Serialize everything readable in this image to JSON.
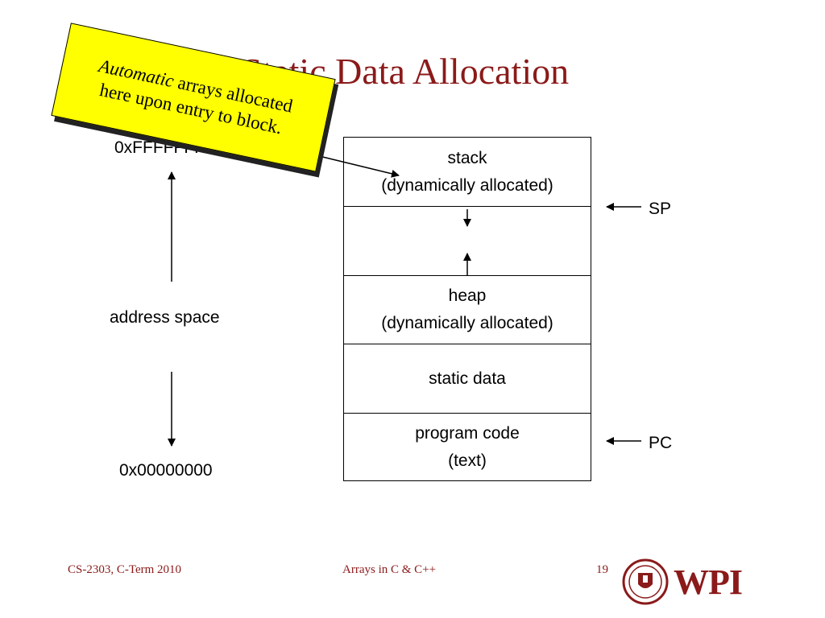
{
  "slide": {
    "title": "Static Data Allocation",
    "callout": {
      "italic_part": "Automatic",
      "line1_rest": " arrays allocated",
      "line2": "here upon entry to block."
    },
    "address": {
      "top_label": "0xFFFFFFFF",
      "middle_label": "address space",
      "bottom_label": "0x00000000"
    },
    "segments": {
      "stack_line1": "stack",
      "stack_line2": "(dynamically allocated)",
      "heap_line1": "heap",
      "heap_line2": "(dynamically allocated)",
      "static": "static data",
      "code_line1": "program code",
      "code_line2": "(text)"
    },
    "registers": {
      "sp": "SP",
      "pc": "PC"
    }
  },
  "footer": {
    "course": "CS-2303, C-Term 2010",
    "topic": "Arrays in C & C++",
    "page": "19",
    "logo_text": "WPI"
  },
  "colors": {
    "title": "#8b1a1a",
    "callout_bg": "#ffff00",
    "footer_text": "#8b1a1a"
  }
}
